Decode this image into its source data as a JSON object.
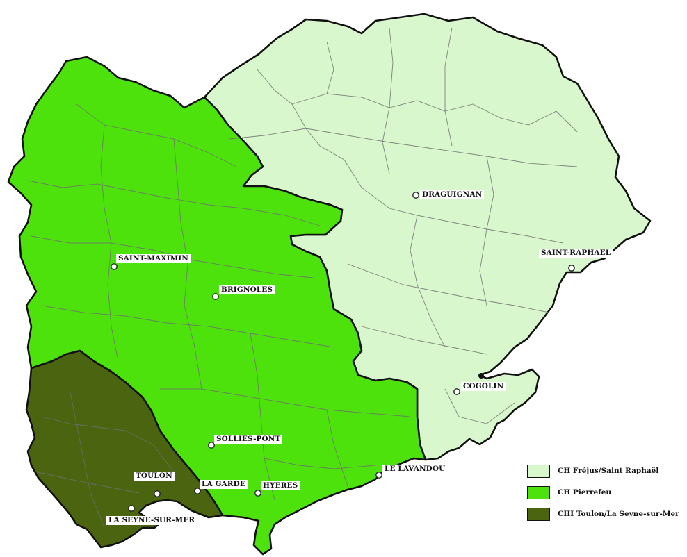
{
  "map": {
    "zones": [
      {
        "id": "frejus",
        "color": "#d9f7cd"
      },
      {
        "id": "pierrefeu",
        "color": "#4ee20c"
      },
      {
        "id": "toulon",
        "color": "#4a6410"
      }
    ],
    "towns": [
      {
        "name": "DRAGUIGNAN"
      },
      {
        "name": "SAINT-RAPHAEL"
      },
      {
        "name": "SAINT-MAXIMIN"
      },
      {
        "name": "BRIGNOLES"
      },
      {
        "name": "COGOLIN"
      },
      {
        "name": "SOLLIES-PONT"
      },
      {
        "name": "LE LAVANDOU"
      },
      {
        "name": "TOULON"
      },
      {
        "name": "LA GARDE"
      },
      {
        "name": "HYERES"
      },
      {
        "name": "LA SEYNE-SUR-MER"
      }
    ]
  },
  "legend": {
    "items": [
      {
        "label": "CH Fréjus/Saint Raphaël",
        "color": "#d9f7cd"
      },
      {
        "label": "CH Pierrefeu",
        "color": "#4ee20c"
      },
      {
        "label": "CHI Toulon/La Seyne-sur-Mer",
        "color": "#4a6410"
      }
    ]
  }
}
